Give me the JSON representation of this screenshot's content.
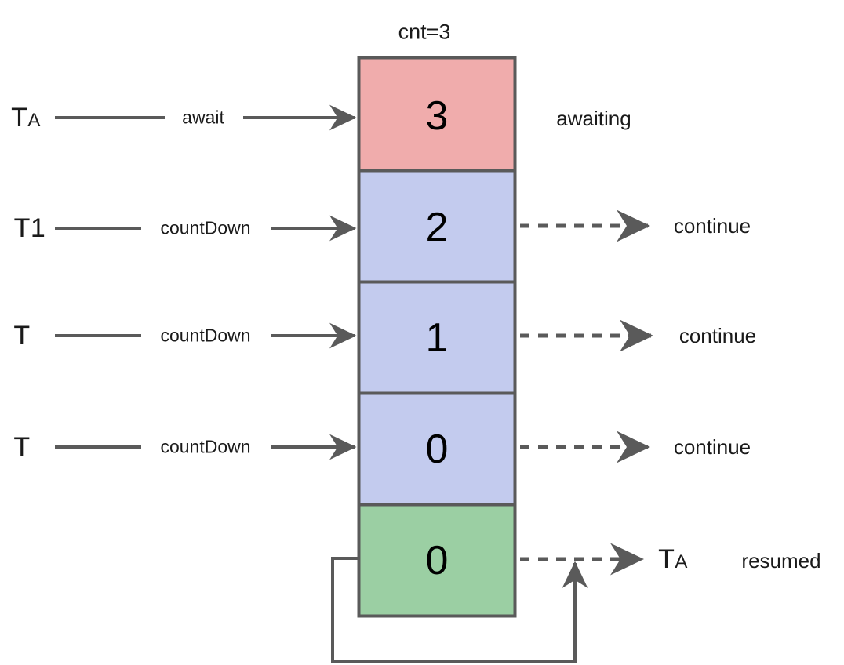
{
  "diagram": {
    "title": "cnt=3",
    "colors": {
      "red": "#f0acac",
      "blue": "#c3cbee",
      "green": "#9bcfa3",
      "stroke": "#5a5a5a",
      "text": "#1a1a1a"
    },
    "stack": [
      {
        "value": "3",
        "fill": "red"
      },
      {
        "value": "2",
        "fill": "blue"
      },
      {
        "value": "1",
        "fill": "blue"
      },
      {
        "value": "0",
        "fill": "blue"
      },
      {
        "value": "0",
        "fill": "green"
      }
    ],
    "rows": [
      {
        "thread": "T",
        "thread_sub": "A",
        "action": "await",
        "right_label": "awaiting",
        "right_arrow": false
      },
      {
        "thread": "T1",
        "thread_sub": "",
        "action": "countDown",
        "right_label": "continue",
        "right_arrow": true
      },
      {
        "thread": "T",
        "thread_sub": "",
        "action": "countDown",
        "right_label": "continue",
        "right_arrow": true
      },
      {
        "thread": "T",
        "thread_sub": "",
        "action": "countDown",
        "right_label": "continue",
        "right_arrow": true
      },
      {
        "thread": "",
        "thread_sub": "",
        "action": "",
        "right_label": "T",
        "right_label_sub": "A",
        "right_note": "resumed",
        "right_arrow": true
      }
    ]
  }
}
